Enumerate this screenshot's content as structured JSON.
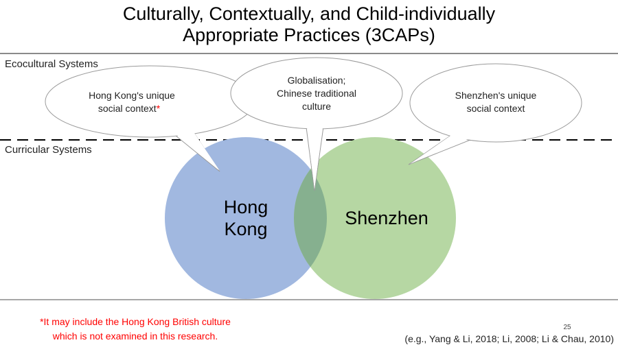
{
  "title": {
    "line1": "Culturally, Contextually, and Child-individually",
    "line2": "Appropriate Practices (3CAPs)"
  },
  "layers": {
    "ecocultural": "Ecocultural Systems",
    "curricular": "Curricular Systems"
  },
  "bubbles": {
    "hong_kong": {
      "line1": "Hong Kong's unique",
      "line2": "social context",
      "asterisk": "*"
    },
    "shared": {
      "line1": "Globalisation;",
      "line2": "Chinese traditional",
      "line3": "culture"
    },
    "shenzhen": {
      "line1": "Shenzhen's unique",
      "line2": "social context"
    }
  },
  "circles": {
    "hong_kong": {
      "line1": "Hong",
      "line2": "Kong",
      "color": "#a1b8e0"
    },
    "shenzhen": {
      "label": "Shenzhen",
      "color": "#b6d7a3"
    },
    "overlap_color": "#86b08f"
  },
  "footnote": {
    "line1": "*It may include the Hong Kong British culture",
    "line2": "which is not examined in this research.",
    "color": "#ff0000"
  },
  "citation": "(e.g., Yang & Li, 2018; Li, 2008; Li & Chau, 2010)",
  "page_number": "25"
}
